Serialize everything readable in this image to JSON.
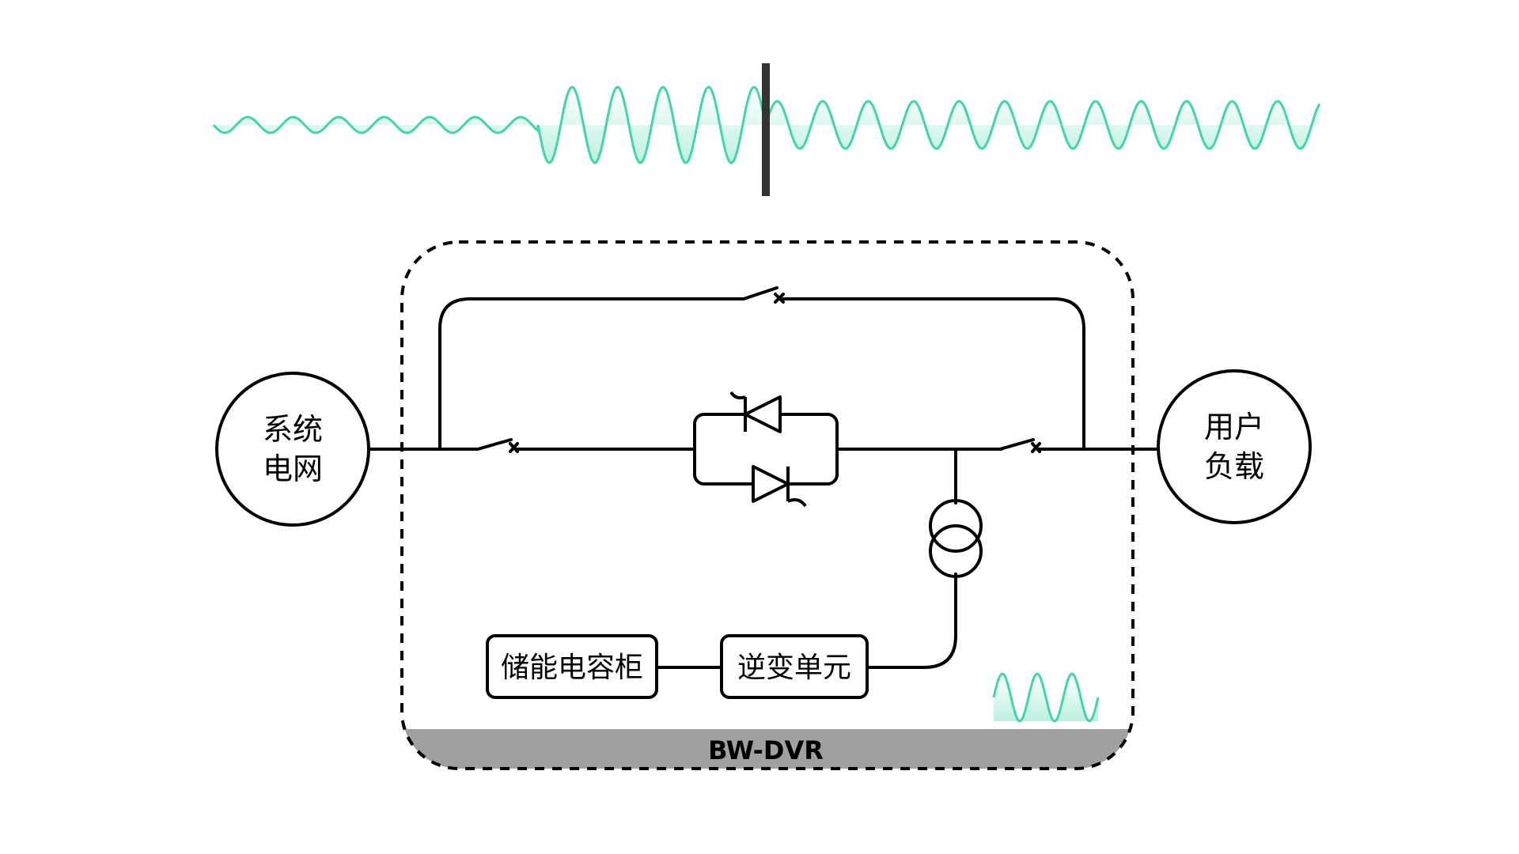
{
  "grid": {
    "label_line1": "系统",
    "label_line2": "电网"
  },
  "load": {
    "label_line1": "用户",
    "label_line2": "负载"
  },
  "storage": {
    "label": "储能电容柜"
  },
  "inverter": {
    "label": "逆变单元"
  },
  "device": {
    "name": "BW-DVR"
  },
  "colors": {
    "wave": "#3fd6a8",
    "wave_fill": "#d6f5ea",
    "line": "#000000",
    "band": "#a0a0a0",
    "marker": "#333333"
  }
}
